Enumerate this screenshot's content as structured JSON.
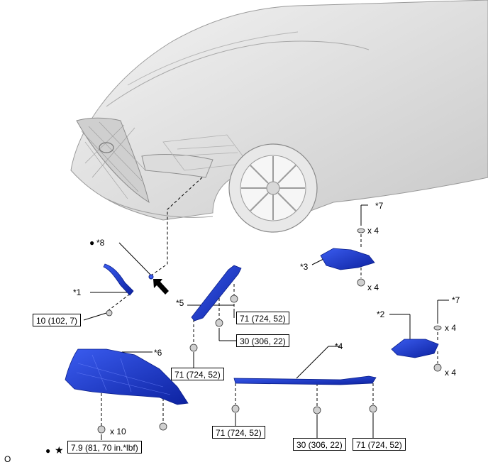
{
  "callouts": {
    "c1": "*1",
    "c2": "*2",
    "c3": "*3",
    "c4": "*4",
    "c5": "*5",
    "c6": "*6",
    "c7a": "*7",
    "c7b": "*7",
    "c8": "*8"
  },
  "torques": {
    "t_10_102_7": "10 (102, 7)",
    "t_71_a": "71 (724, 52)",
    "t_30_a": "30 (306, 22)",
    "t_71_b": "71 (724, 52)",
    "t_71_c": "71 (724, 52)",
    "t_30_b": "30 (306, 22)",
    "t_71_d": "71 (724, 52)",
    "t_79": "7.9 (81, 70 in.*lbf)"
  },
  "quantities": {
    "q_x4_a": "x 4",
    "q_x4_b": "x 4",
    "q_x4_c": "x 4",
    "q_x4_d": "x 4",
    "q_x10": "x 10"
  },
  "symbols": {
    "bullet": "●",
    "star": "★",
    "corner": "O"
  },
  "colors": {
    "part_blue": "#1f3fd6",
    "part_dark": "#0b1f8a",
    "car_gray": "#e4e4e4",
    "line": "#000000"
  }
}
